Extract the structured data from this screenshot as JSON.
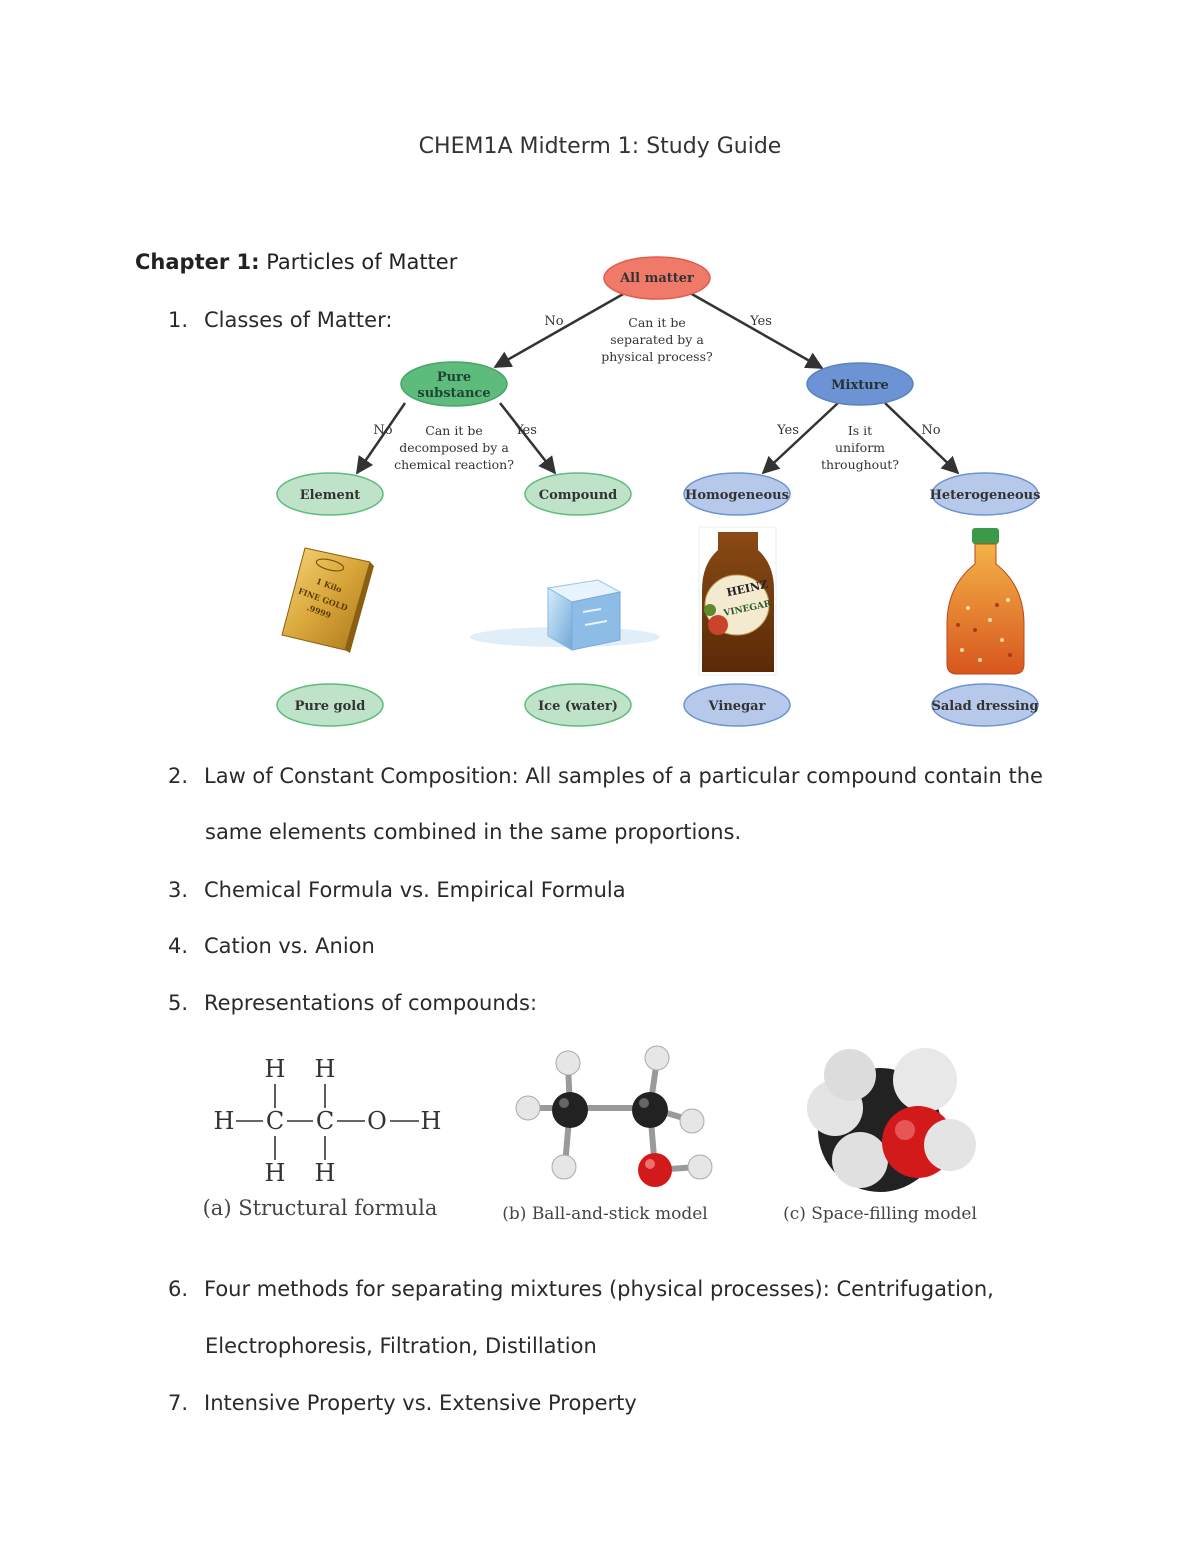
{
  "title": "CHEM1A Midterm 1: Study Guide",
  "chapter": {
    "bold": "Chapter 1:",
    "rest": " Particles of Matter"
  },
  "items": [
    {
      "num": "1.",
      "text": "Classes of Matter:"
    },
    {
      "num": "2.",
      "text": "Law of Constant Composition: All samples of a particular compound contain the",
      "cont": "same elements combined in the same proportions."
    },
    {
      "num": "3.",
      "text": "Chemical Formula vs. Empirical Formula"
    },
    {
      "num": "4.",
      "text": "Cation vs. Anion"
    },
    {
      "num": "5.",
      "text": "Representations of compounds:"
    },
    {
      "num": "6.",
      "text": "Four methods for separating mixtures (physical processes): Centrifugation,",
      "cont": "Electrophoresis, Filtration, Distillation"
    },
    {
      "num": "7.",
      "text": "Intensive Property vs. Extensive Property"
    }
  ],
  "flowchart": {
    "root": "All matter",
    "q1": [
      "Can it be",
      "separated by a",
      "physical process?"
    ],
    "no": "No",
    "yes": "Yes",
    "pure": [
      "Pure",
      "substance"
    ],
    "mixture": "Mixture",
    "q2": [
      "Can it be",
      "decomposed by a",
      "chemical reaction?"
    ],
    "q3": [
      "Is it",
      "uniform",
      "throughout?"
    ],
    "element": "Element",
    "compound": "Compound",
    "homogeneous": "Homogeneous",
    "heterogeneous": "Heterogeneous",
    "ex_gold": "Pure gold",
    "ex_ice": "Ice (water)",
    "ex_vinegar": "Vinegar",
    "ex_salad": "Salad dressing",
    "gold_text": [
      "1 Kilo",
      "FINE GOLD",
      ".9999"
    ],
    "heinz": "HEINZ",
    "vinegar_label": "VINEGAR",
    "colors": {
      "root": "#ef7a6a",
      "pure": "#5dbb7c",
      "mixture": "#6c93d3",
      "green_light": "#bfe3c8",
      "blue_light": "#b7c9ea"
    }
  },
  "representations": {
    "H": "H",
    "C": "C",
    "O": "O",
    "cap_a": "(a) Structural formula",
    "cap_b": "(b) Ball-and-stick model",
    "cap_c": "(c) Space-filling model"
  }
}
